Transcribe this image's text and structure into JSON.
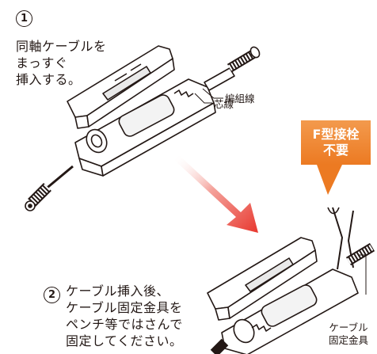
{
  "step1": {
    "number": "1",
    "text_lines": [
      "同軸ケーブルを",
      "まっすぐ",
      "挿入する。"
    ]
  },
  "labels": {
    "braid": "編組線",
    "core": "芯線",
    "fixture_lines": [
      "ケーブル",
      "固定金具"
    ]
  },
  "callout": {
    "lines": [
      "F型接栓",
      "不要"
    ],
    "color": "#ee7f2d"
  },
  "step2": {
    "number": "2",
    "text_lines": [
      "ケーブル挿入後、",
      "ケーブル固定金具を",
      "ペンチ等ではさんで",
      "固定してください。"
    ]
  },
  "arrow_color": "#e8382f"
}
